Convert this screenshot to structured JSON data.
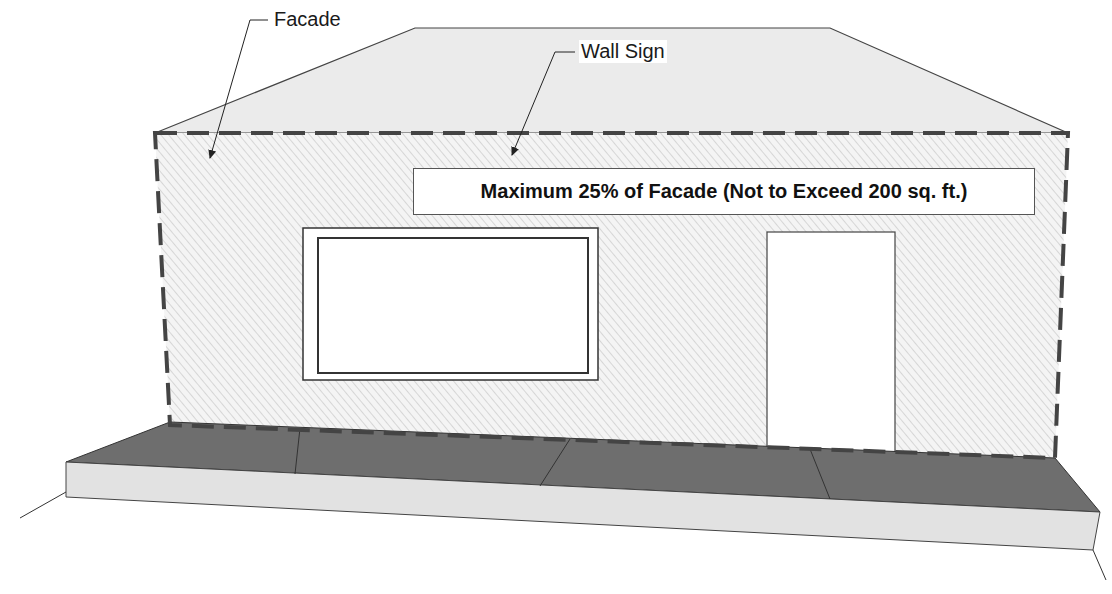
{
  "diagram": {
    "nodes": [
      {
        "text": [
          "Maximum 25% of Facade (Not to Exceed 200 sq. ft.)"
        ]
      }
    ],
    "labels": [
      "Facade",
      "Wall Sign"
    ]
  }
}
